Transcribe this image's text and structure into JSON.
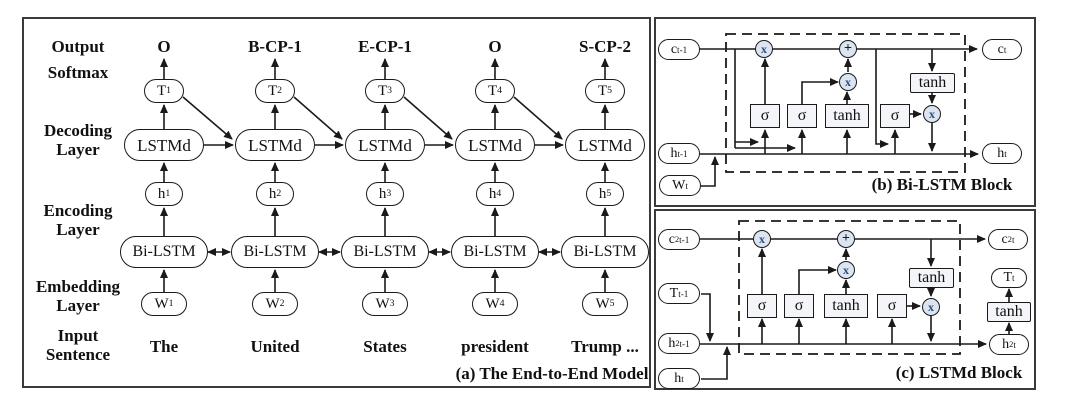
{
  "panel_a": {
    "caption": "(a) The End-to-End Model",
    "rows": {
      "output": "Output",
      "softmax": "Softmax",
      "decoding": "Decoding\nLayer",
      "encoding": "Encoding\nLayer",
      "embedding": "Embedding\nLayer",
      "input": "Input\nSentence"
    },
    "columns": [
      {
        "tag": "O",
        "t": "T<sub>1</sub>",
        "lstmd": "LSTMd",
        "h": "h<sub>1</sub>",
        "bilstm": "Bi-LSTM",
        "w": "W<sub>1</sub>",
        "word": "The"
      },
      {
        "tag": "B-CP-1",
        "t": "T<sub>2</sub>",
        "lstmd": "LSTMd",
        "h": "h<sub>2</sub>",
        "bilstm": "Bi-LSTM",
        "w": "W<sub>2</sub>",
        "word": "United"
      },
      {
        "tag": "E-CP-1",
        "t": "T<sub>3</sub>",
        "lstmd": "LSTMd",
        "h": "h<sub>3</sub>",
        "bilstm": "Bi-LSTM",
        "w": "W<sub>3</sub>",
        "word": "States"
      },
      {
        "tag": "O",
        "t": "T<sub>4</sub>",
        "lstmd": "LSTMd",
        "h": "h<sub>4</sub>",
        "bilstm": "Bi-LSTM",
        "w": "W<sub>4</sub>",
        "word": "president"
      },
      {
        "tag": "S-CP-2",
        "t": "T<sub>5</sub>",
        "lstmd": "LSTMd",
        "h": "h<sub>5</sub>",
        "bilstm": "Bi-LSTM",
        "w": "W<sub>5</sub>",
        "word": "Trump ..."
      }
    ]
  },
  "panel_b": {
    "caption": "(b) Bi-LSTM Block",
    "nodes": {
      "c_prev": "c<sub>t-1</sub>",
      "h_prev": "h<sub>t-1</sub>",
      "w_t": "W<sub>t</sub>",
      "c_t": "c<sub>t</sub>",
      "h_t": "h<sub>t</sub>"
    },
    "gates": {
      "forget_sigma": "σ",
      "input_sigma": "σ",
      "candidate_tanh": "tanh",
      "output_sigma": "σ",
      "cell_tanh": "tanh"
    },
    "ops": {
      "mul_forget": "x",
      "add": "+",
      "mul_input": "x",
      "mul_output": "x"
    }
  },
  "panel_c": {
    "caption": "(c) LSTMd Block",
    "nodes": {
      "c_prev": "c<sup>2</sup><sub>t-1</sub>",
      "t_prev": "T<sub>t-1</sub>",
      "h_prev": "h<sup>2</sup><sub>t-1</sub>",
      "h_enc": "h<sub>t</sub>",
      "c_t": "c<sup>2</sup><sub>t</sub>",
      "t_t": "T<sub>t</sub>",
      "tanh_out": "tanh",
      "h_t": "h<sup>2</sup><sub>t</sub>"
    },
    "gates": {
      "forget_sigma": "σ",
      "input_sigma": "σ",
      "candidate_tanh": "tanh",
      "output_sigma": "σ",
      "cell_tanh": "tanh"
    },
    "ops": {
      "mul_forget": "x",
      "add": "+",
      "mul_input": "x",
      "mul_output": "x"
    }
  }
}
